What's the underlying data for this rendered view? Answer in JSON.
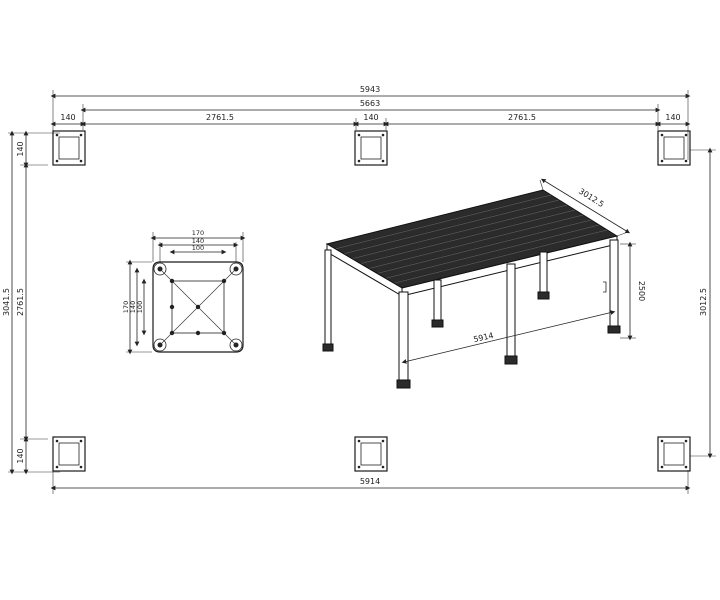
{
  "drawing": {
    "plan_dimensions": {
      "overall_width": "5943",
      "center_to_center": "5663",
      "post_left": "140",
      "span_left": "2761.5",
      "post_middle": "140",
      "span_right": "2761.5",
      "post_right": "140",
      "bottom_width": "5914",
      "left_overall_depth": "3041.5",
      "left_inner_depth": "2761.5",
      "left_post_top": "140",
      "left_post_bottom": "140",
      "right_depth": "3012.5"
    },
    "base_plate_detail": {
      "width_outer": "170",
      "width_mid": "140",
      "width_inner": "100",
      "height_outer": "170",
      "height_mid": "140",
      "height_inner": "100"
    },
    "isometric_dimensions": {
      "depth": "3012.5",
      "height": "2500",
      "length": "5914"
    }
  },
  "colors": {
    "line": "#222222",
    "roof_dark": "#2b2b2b",
    "background": "#ffffff"
  }
}
